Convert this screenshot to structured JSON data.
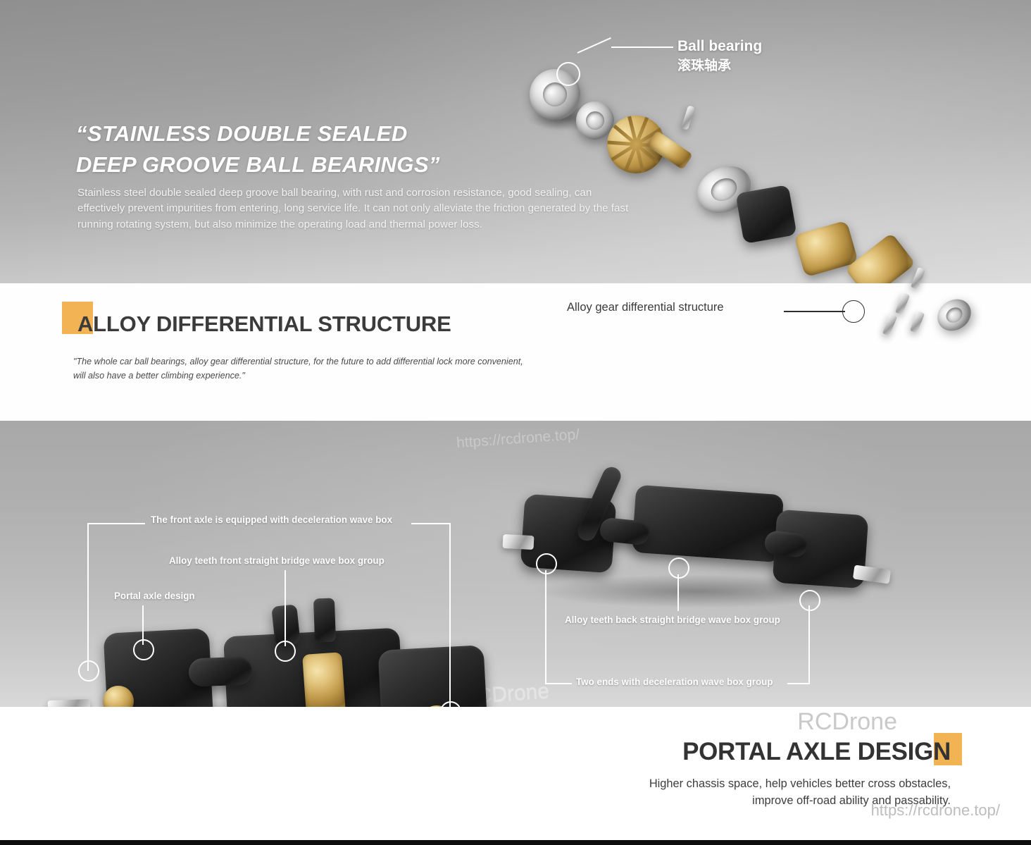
{
  "bearing_section": {
    "headline_line1": "“STAINLESS DOUBLE SEALED",
    "headline_line2": "DEEP GROOVE BALL BEARINGS”",
    "body": "Stainless steel double sealed deep groove ball bearing, with rust and corrosion resistance, good sealing, can effectively prevent impurities from entering, long service life. It can not only alleviate the friction generated by the fast running rotating system, but also minimize the operating load and thermal power loss.",
    "callout_ball_bearing_en": "Ball bearing",
    "callout_ball_bearing_cn": "滚珠轴承"
  },
  "differential_section": {
    "title": "ALLOY DIFFERENTIAL STRUCTURE",
    "quote_line1": "\"The whole car ball bearings, alloy gear differential structure, for the future to add differential lock more convenient,",
    "quote_line2": "will also have a better climbing experience.\"",
    "callout_alloy_gear": "Alloy gear differential structure"
  },
  "axle_section": {
    "callouts_left": [
      "The front axle is equipped with deceleration wave box",
      "Alloy teeth front straight bridge wave box group",
      "Portal axle design"
    ],
    "callouts_right": [
      "Alloy teeth back straight bridge wave box group",
      "Two ends with deceleration wave box group"
    ]
  },
  "portal_section": {
    "title": "PORTAL AXLE DESIGN",
    "subtitle_line1": "Higher chassis space, help vehicles better cross obstacles,",
    "subtitle_line2": "improve off-road ability and passability."
  },
  "watermarks": {
    "brand": "RCDrone",
    "url": "https://rcdrone.top/"
  },
  "colors": {
    "accent_orange": "#f2b355",
    "heading_dark": "#3b3b3b",
    "callout_white": "#ffffff"
  }
}
